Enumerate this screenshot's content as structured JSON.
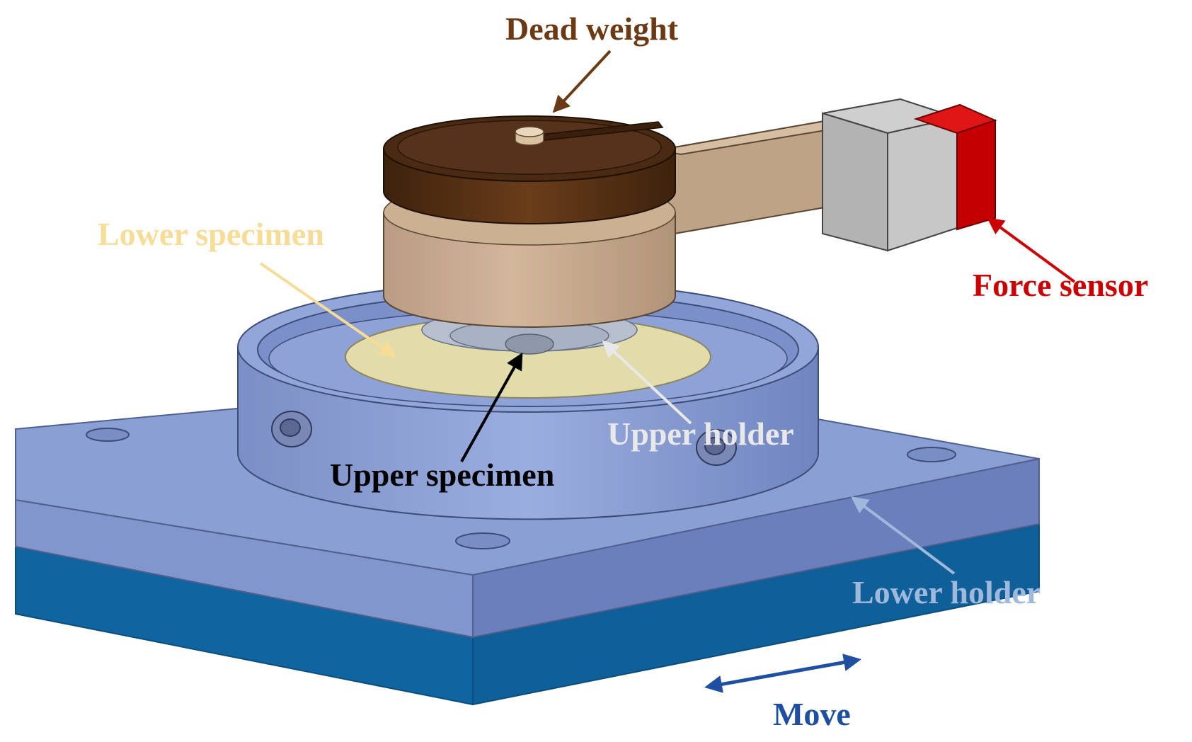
{
  "labels": {
    "dead_weight": "Dead weight",
    "lower_specimen": "Lower specimen",
    "force_sensor": "Force sensor",
    "upper_holder": "Upper holder",
    "upper_specimen": "Upper specimen",
    "lower_holder": "Lower holder",
    "move": "Move"
  },
  "colors": {
    "dead_weight": "#6b3a14",
    "lower_specimen": "#f6dc96",
    "force_sensor": "#cc0000",
    "upper_holder": "#e6e6e6",
    "upper_specimen": "#000000",
    "lower_holder": "#9fb8dc",
    "move": "#1f4fa0",
    "base_plate_top": "#8296cc",
    "base_plate_side": "#6f83bf",
    "base_plate_bottom": "#0f66a0",
    "holder_ring": "#8fa2d6",
    "weight_top": "#4a2a12",
    "weight_band": "#c8ab90",
    "specimen_disk": "#e2dcaa",
    "arm": "#bfa386",
    "sensor_block": "#bdbdbd",
    "sensor_red": "#c40000"
  }
}
